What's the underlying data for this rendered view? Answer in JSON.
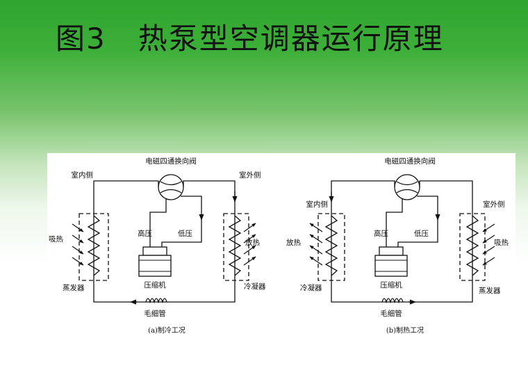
{
  "slide": {
    "title": "图3   热泵型空调器运行原理"
  },
  "diagram_a": {
    "valve_label": "电磁四通换向阀",
    "indoor_side": "室内侧",
    "outdoor_side": "室外侧",
    "high_pressure": "高压",
    "low_pressure": "低压",
    "left_heat": "吸热",
    "right_heat": "放热",
    "left_coil": "蒸发器",
    "right_coil": "冷凝器",
    "compressor": "压缩机",
    "capillary": "毛细管",
    "caption": "(a)制冷工况"
  },
  "diagram_b": {
    "valve_label": "电磁四通换向阀",
    "indoor_side": "室内侧",
    "outdoor_side": "室外侧",
    "high_pressure": "高压",
    "low_pressure": "低压",
    "left_heat": "放热",
    "right_heat": "吸热",
    "left_coil": "冷凝器",
    "right_coil": "蒸发器",
    "compressor": "压缩机",
    "capillary": "毛细管",
    "caption": "(b)制热工况"
  }
}
